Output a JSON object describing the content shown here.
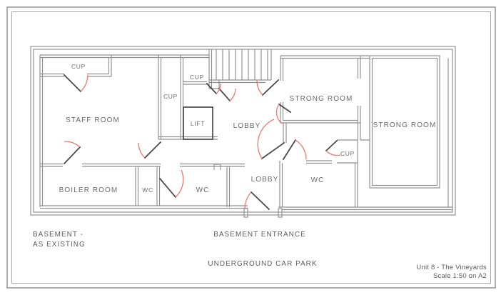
{
  "rooms": [
    {
      "id": "cup-top-left",
      "label": "CUP"
    },
    {
      "id": "staff-room",
      "label": "STAFF ROOM"
    },
    {
      "id": "cup-closet",
      "label": "CUP"
    },
    {
      "id": "cup-by-stairs",
      "label": "CUP"
    },
    {
      "id": "lift",
      "label": "LIFT"
    },
    {
      "id": "lobby-upper",
      "label": "LOBBY"
    },
    {
      "id": "strong-room-1",
      "label": "STRONG ROOM"
    },
    {
      "id": "strong-room-2",
      "label": "STRONG ROOM"
    },
    {
      "id": "cup-right",
      "label": "CUP"
    },
    {
      "id": "wc-right",
      "label": "WC"
    },
    {
      "id": "lobby-lower",
      "label": "LOBBY"
    },
    {
      "id": "wc-middle",
      "label": "WC"
    },
    {
      "id": "wc-small",
      "label": "WC"
    },
    {
      "id": "boiler-room",
      "label": "BOILER ROOM"
    }
  ],
  "annotations": {
    "basement_line1": "BASEMENT -",
    "basement_line2": "AS EXISTING",
    "entrance": "BASEMENT ENTRANCE",
    "car_park": "UNDERGROUND CAR PARK"
  },
  "title_block": {
    "project": "Unit 8 - The Vineyards",
    "scale": "Scale 1:50 on A2"
  },
  "colors": {
    "background": "#ffffff",
    "border": "#9a9a9a",
    "wall": "#8f8f8f",
    "door_leaf": "#4a4a4a",
    "door_swing": "#e87a6e",
    "label_text": "#6b6b6b"
  }
}
